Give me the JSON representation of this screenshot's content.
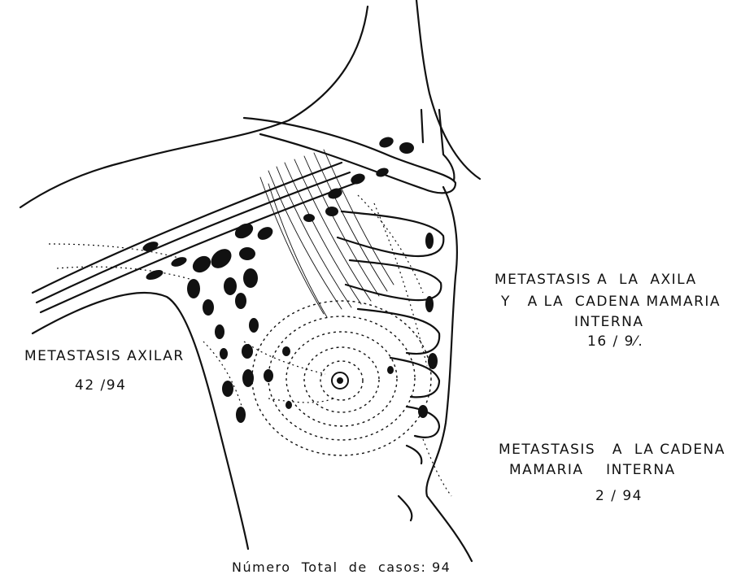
{
  "labels": {
    "axilar_title": "METASTASIS AXILAR",
    "axilar_count": "42 /94",
    "axila_cadena_line1": "METASTASIS A  LA  AXILA",
    "axila_cadena_line2": "Y   A LA  CADENA MAMARIA",
    "axila_cadena_line3": "INTERNA",
    "axila_cadena_count": "16 / 9⁄.",
    "cadena_line1": "METASTASIS   A  LA CADENA",
    "cadena_line2": "MAMARIA    INTERNA",
    "cadena_count": "2 / 94",
    "total": "Número  Total  de  casos: 94"
  },
  "colors": {
    "ink": "#111111",
    "background": "#ffffff"
  }
}
